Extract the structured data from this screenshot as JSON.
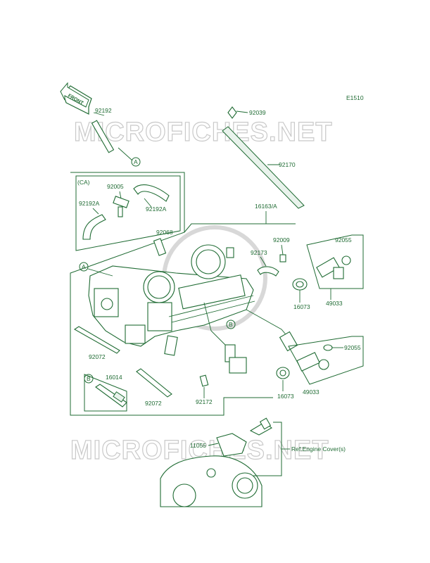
{
  "diagram_code": "E1510",
  "front_label": "FRONT",
  "watermark": "MICROFICHES.NET",
  "colors": {
    "line": "#1f6b33",
    "watermark": "#c9c9c9",
    "fill": "#e9f3ec"
  },
  "callouts": {
    "ref_a": "A",
    "ref_b": "B",
    "ca_variant": "(CA)",
    "p92192": "92192",
    "p92039": "92039",
    "p92170": "92170",
    "p92005": "92005",
    "p92192a_left": "92192A",
    "p92192a_right": "92192A",
    "p16163a": "16163/A",
    "p92068": "92068",
    "p92173": "92173",
    "p92009": "92009",
    "p92055_top": "92055",
    "p16073_top": "16073",
    "p49033_top": "49033",
    "p92055_bot": "92055",
    "p16073_bot": "16073",
    "p49033_bot": "49033",
    "p92072_left": "92072",
    "p16014": "16014",
    "p92072_mid": "92072",
    "p92172": "92172",
    "p11055": "11055",
    "ref_engine_cover": "Ref.Engine Cover(s)"
  }
}
